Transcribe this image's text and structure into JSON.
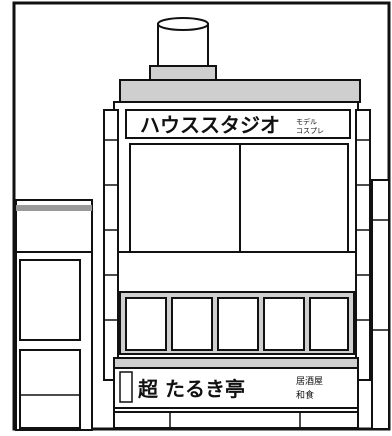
{
  "scene": {
    "kind": "manga-panel",
    "style": "black-and-white line art"
  },
  "top_sign": {
    "main_text": "ハウススタジオ",
    "small_text_line1": "モデル",
    "small_text_line2": "コスプレ"
  },
  "bottom_sign": {
    "side_box": "",
    "main_text": "超 たるき亭",
    "small_text_line1": "居酒屋",
    "small_text_line2": "和食"
  },
  "colors": {
    "ink": "#111111",
    "paper": "#ffffff",
    "shade": "#cfcfcf",
    "dark_shade": "#9a9a9a"
  }
}
